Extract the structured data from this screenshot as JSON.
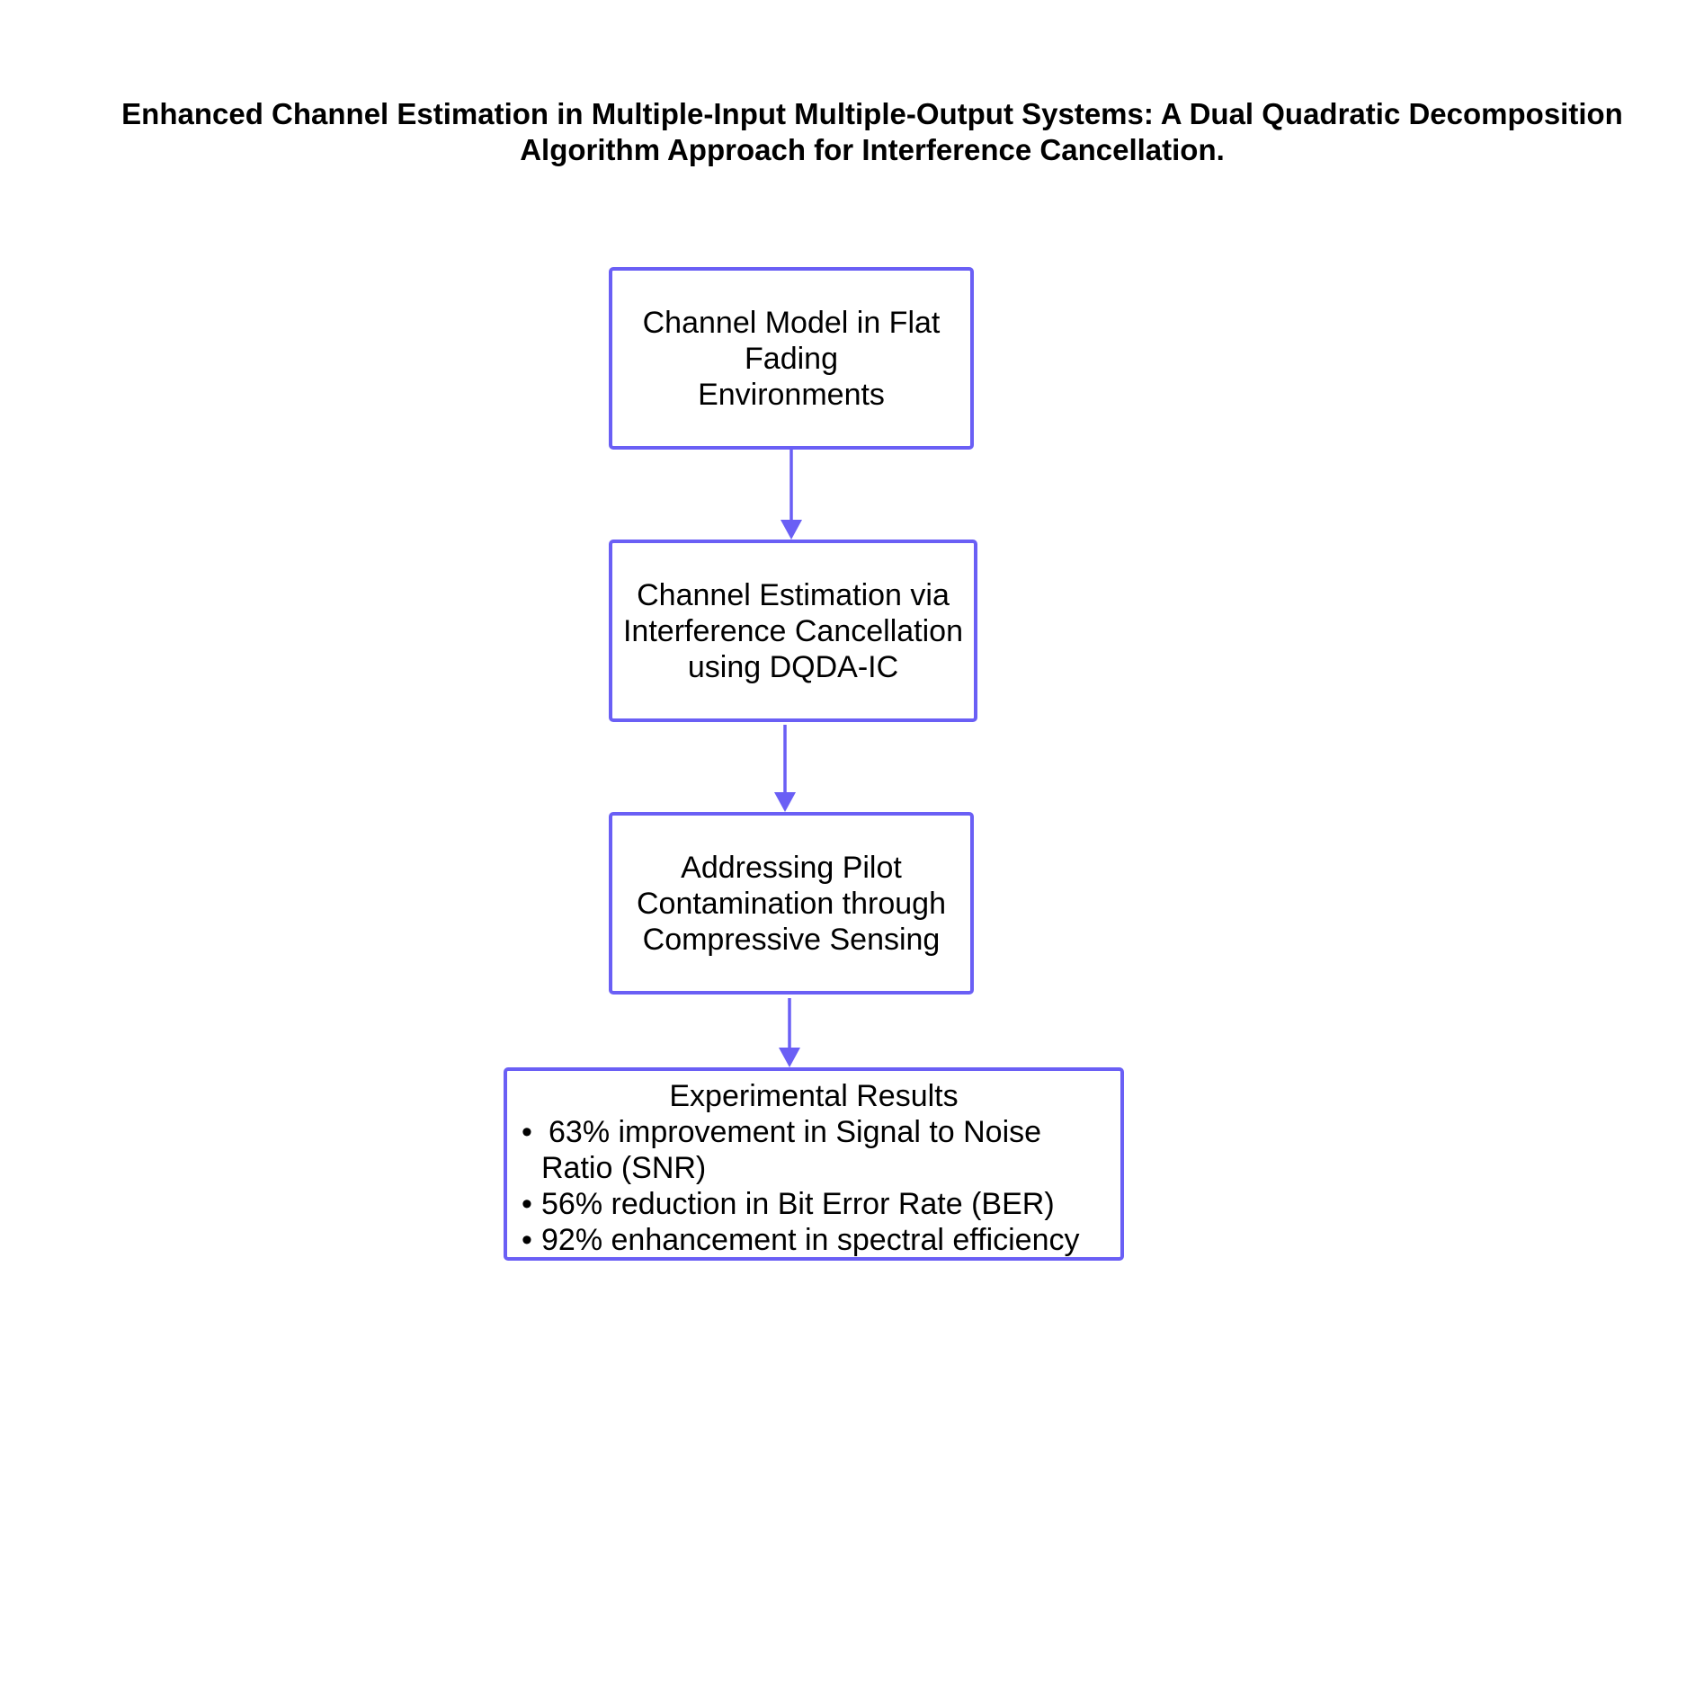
{
  "title": {
    "line1": "Enhanced Channel Estimation in Multiple-Input Multiple-Output  Systems: A Dual Quadratic Decomposition",
    "line2": "Algorithm Approach  for Interference Cancellation."
  },
  "nodes": [
    {
      "id": "channel-model",
      "lines": [
        "Channel Model in Flat",
        "Fading",
        "Environments"
      ]
    },
    {
      "id": "channel-estimation",
      "lines": [
        "Channel Estimation via",
        "Interference Cancellation",
        "using DQDA-IC"
      ]
    },
    {
      "id": "pilot-contamination",
      "lines": [
        "Addressing Pilot",
        "Contamination through",
        "Compressive Sensing"
      ]
    },
    {
      "id": "experimental-results",
      "heading": "Experimental Results",
      "bullet": "•",
      "items": [
        "63% improvement in Signal to Noise Ratio (SNR)",
        "56% reduction in Bit Error Rate (BER)",
        "92% enhancement in spectral efficiency"
      ]
    }
  ],
  "edges": [
    {
      "from": "channel-model",
      "to": "channel-estimation"
    },
    {
      "from": "channel-estimation",
      "to": "pilot-contamination"
    },
    {
      "from": "pilot-contamination",
      "to": "experimental-results"
    }
  ],
  "colors": {
    "node_border": "#6a5ff5",
    "arrow": "#6a5ff5",
    "text": "#000000",
    "background": "#ffffff"
  }
}
